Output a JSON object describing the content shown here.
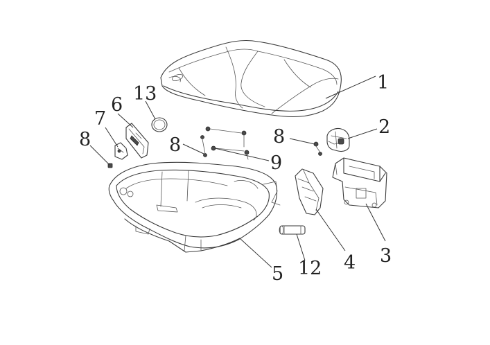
{
  "callouts": [
    {
      "id": "c1",
      "label": "1"
    },
    {
      "id": "c2",
      "label": "2"
    },
    {
      "id": "c3",
      "label": "3"
    },
    {
      "id": "c4",
      "label": "4"
    },
    {
      "id": "c5",
      "label": "5"
    },
    {
      "id": "c6",
      "label": "6"
    },
    {
      "id": "c7",
      "label": "7"
    },
    {
      "id": "c8a",
      "label": "8"
    },
    {
      "id": "c8b",
      "label": "8"
    },
    {
      "id": "c8c",
      "label": "8"
    },
    {
      "id": "c9",
      "label": "9"
    },
    {
      "id": "c12",
      "label": "12"
    },
    {
      "id": "c13",
      "label": "13"
    }
  ],
  "colors": {
    "line": "#3a3a3a",
    "background": "#ffffff",
    "label": "#222222"
  }
}
